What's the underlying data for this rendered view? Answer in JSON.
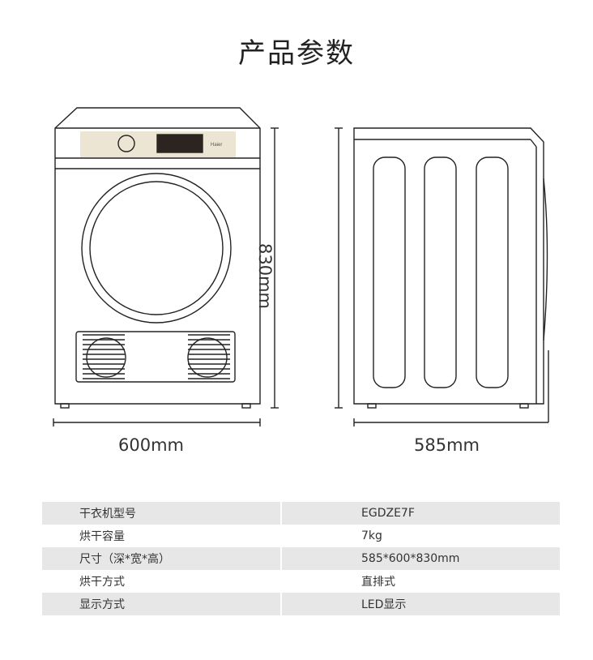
{
  "title": "产品参数",
  "dimensions": {
    "front_width": "600mm",
    "side_depth": "585mm",
    "height": "830mm"
  },
  "brand_logo": "Haier",
  "spec_table": [
    {
      "label": "干衣机型号",
      "value": "EGDZE7F"
    },
    {
      "label": "烘干容量",
      "value": "7kg"
    },
    {
      "label": "尺寸（深*宽*高）",
      "value": "585*600*830mm"
    },
    {
      "label": "烘干方式",
      "value": "直排式"
    },
    {
      "label": "显示方式",
      "value": "LED显示"
    }
  ],
  "colors": {
    "control_panel": "#ece5d3",
    "display": "#2b2420",
    "table_shade": "#e7e7e7"
  }
}
